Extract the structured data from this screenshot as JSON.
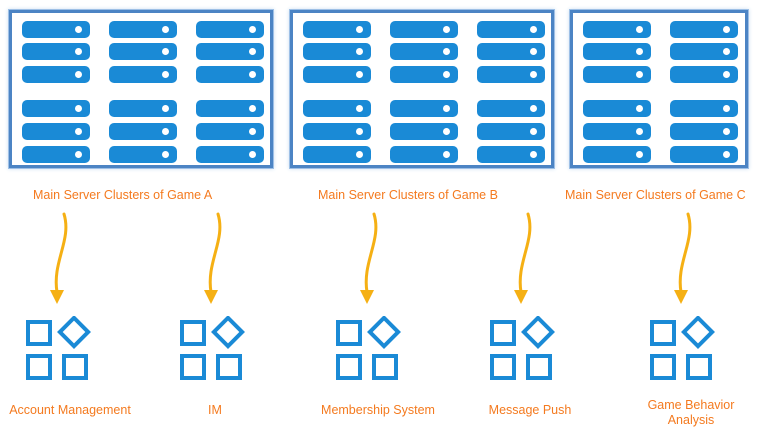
{
  "clusters": [
    {
      "label": "Main Server Clusters of Game A"
    },
    {
      "label": "Main Server Clusters of Game B"
    },
    {
      "label": "Main Server Clusters of Game C"
    }
  ],
  "services": [
    {
      "label": "Account Management"
    },
    {
      "label": "IM"
    },
    {
      "label": "Membership System"
    },
    {
      "label": "Message Push"
    },
    {
      "label": "Game Behavior Analysis",
      "line1": "Game Behavior",
      "line2": "Analysis"
    }
  ],
  "colors": {
    "server": "#1a8ad6",
    "frame": "#4c84c4",
    "arrow": "#f5b014",
    "text": "#f47a1f",
    "icon": "#1a8ad6"
  }
}
